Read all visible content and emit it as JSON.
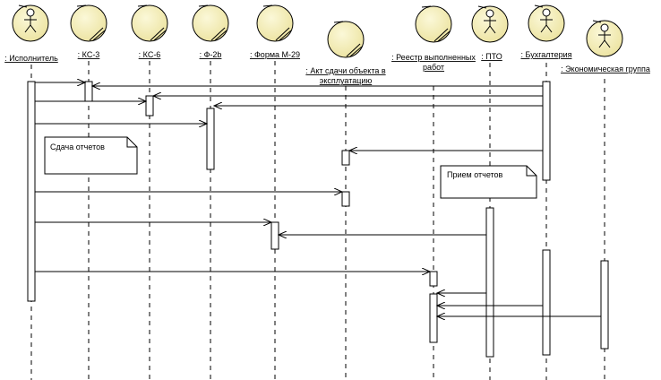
{
  "lifelines": [
    {
      "id": "ispolnitel",
      "kind": "actor",
      "label": ": Исполнитель"
    },
    {
      "id": "ks3",
      "kind": "entity",
      "label": ": КС-3"
    },
    {
      "id": "ks6",
      "kind": "entity",
      "label": ": КС-6"
    },
    {
      "id": "f2b",
      "kind": "entity",
      "label": ": Ф-2b"
    },
    {
      "id": "m29",
      "kind": "entity",
      "label": ": Форма М-29"
    },
    {
      "id": "akt",
      "kind": "entity",
      "label_lines": [
        ": Акт сдачи объекта в",
        "эксплуатацию"
      ]
    },
    {
      "id": "reestr",
      "kind": "entity",
      "label_lines": [
        ": Реестр выполненных",
        "работ"
      ]
    },
    {
      "id": "pto",
      "kind": "actor",
      "label": ": ПТО"
    },
    {
      "id": "buh",
      "kind": "actor",
      "label": ": Бухгалтерия"
    },
    {
      "id": "econ",
      "kind": "actor",
      "label": ": Экономическая группа"
    }
  ],
  "notes": [
    {
      "id": "note-sdacha",
      "text": "Сдача отчетов"
    },
    {
      "id": "note-priem",
      "text": "Прием отчетов"
    }
  ],
  "colors": {
    "entity_fill": "#f5f0b8",
    "line": "#000000",
    "background": "#ffffff"
  }
}
